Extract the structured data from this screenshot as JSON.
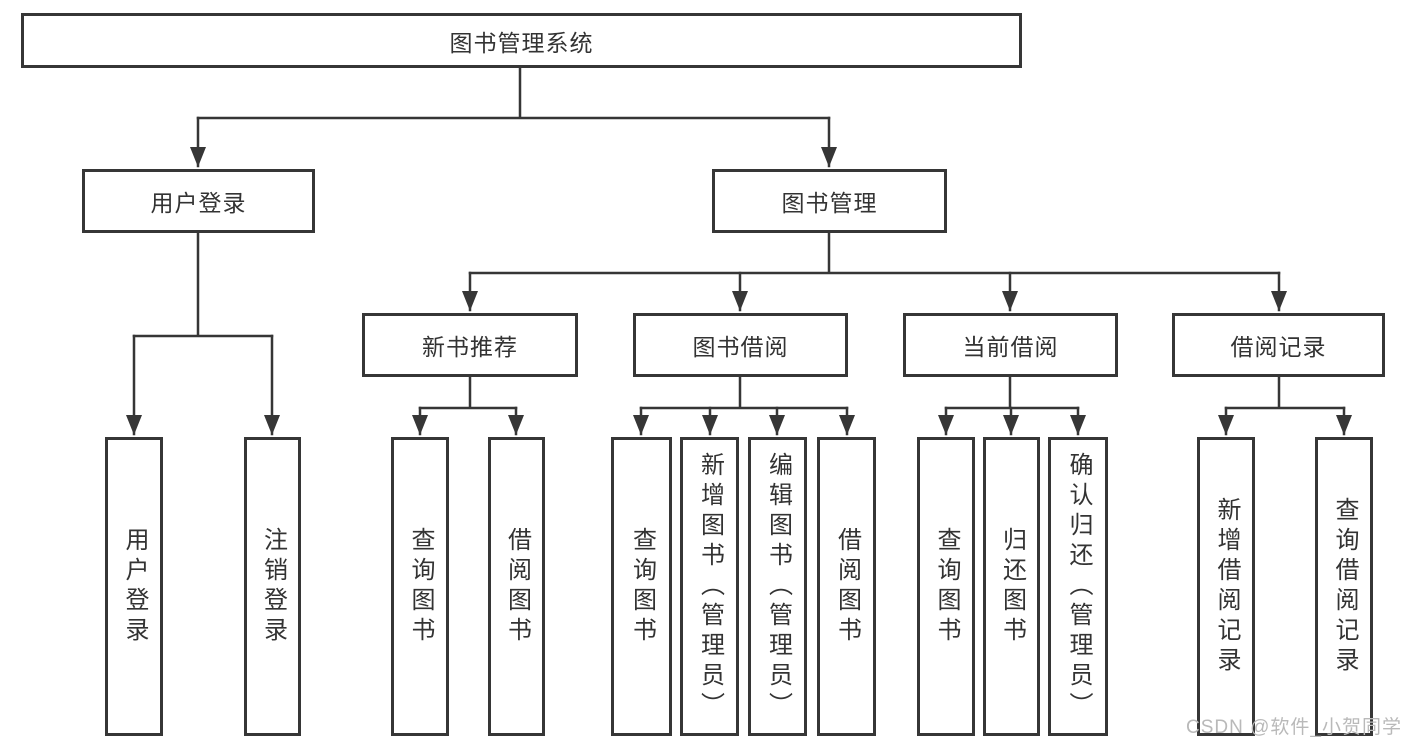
{
  "tree": {
    "root": "图书管理系统",
    "children": [
      {
        "label": "用户登录",
        "children": [
          "用户登录",
          "注销登录"
        ]
      },
      {
        "label": "图书管理",
        "children": [
          {
            "label": "新书推荐",
            "children": [
              "查询图书",
              "借阅图书"
            ]
          },
          {
            "label": "图书借阅",
            "children": [
              "查询图书",
              "新增图书（管理员）",
              "编辑图书（管理员）",
              "借阅图书"
            ]
          },
          {
            "label": "当前借阅",
            "children": [
              "查询图书",
              "归还图书",
              "确认归还（管理员）"
            ]
          },
          {
            "label": "借阅记录",
            "children": [
              "新增借阅记录",
              "查询借阅记录"
            ]
          }
        ]
      }
    ]
  },
  "watermark": {
    "text": "CSDN @软件_小贺同学"
  },
  "colors": {
    "line": "#363636",
    "box_border": "#363636",
    "text": "#333333",
    "watermark": "#b9b9b9",
    "background": "#ffffff"
  }
}
